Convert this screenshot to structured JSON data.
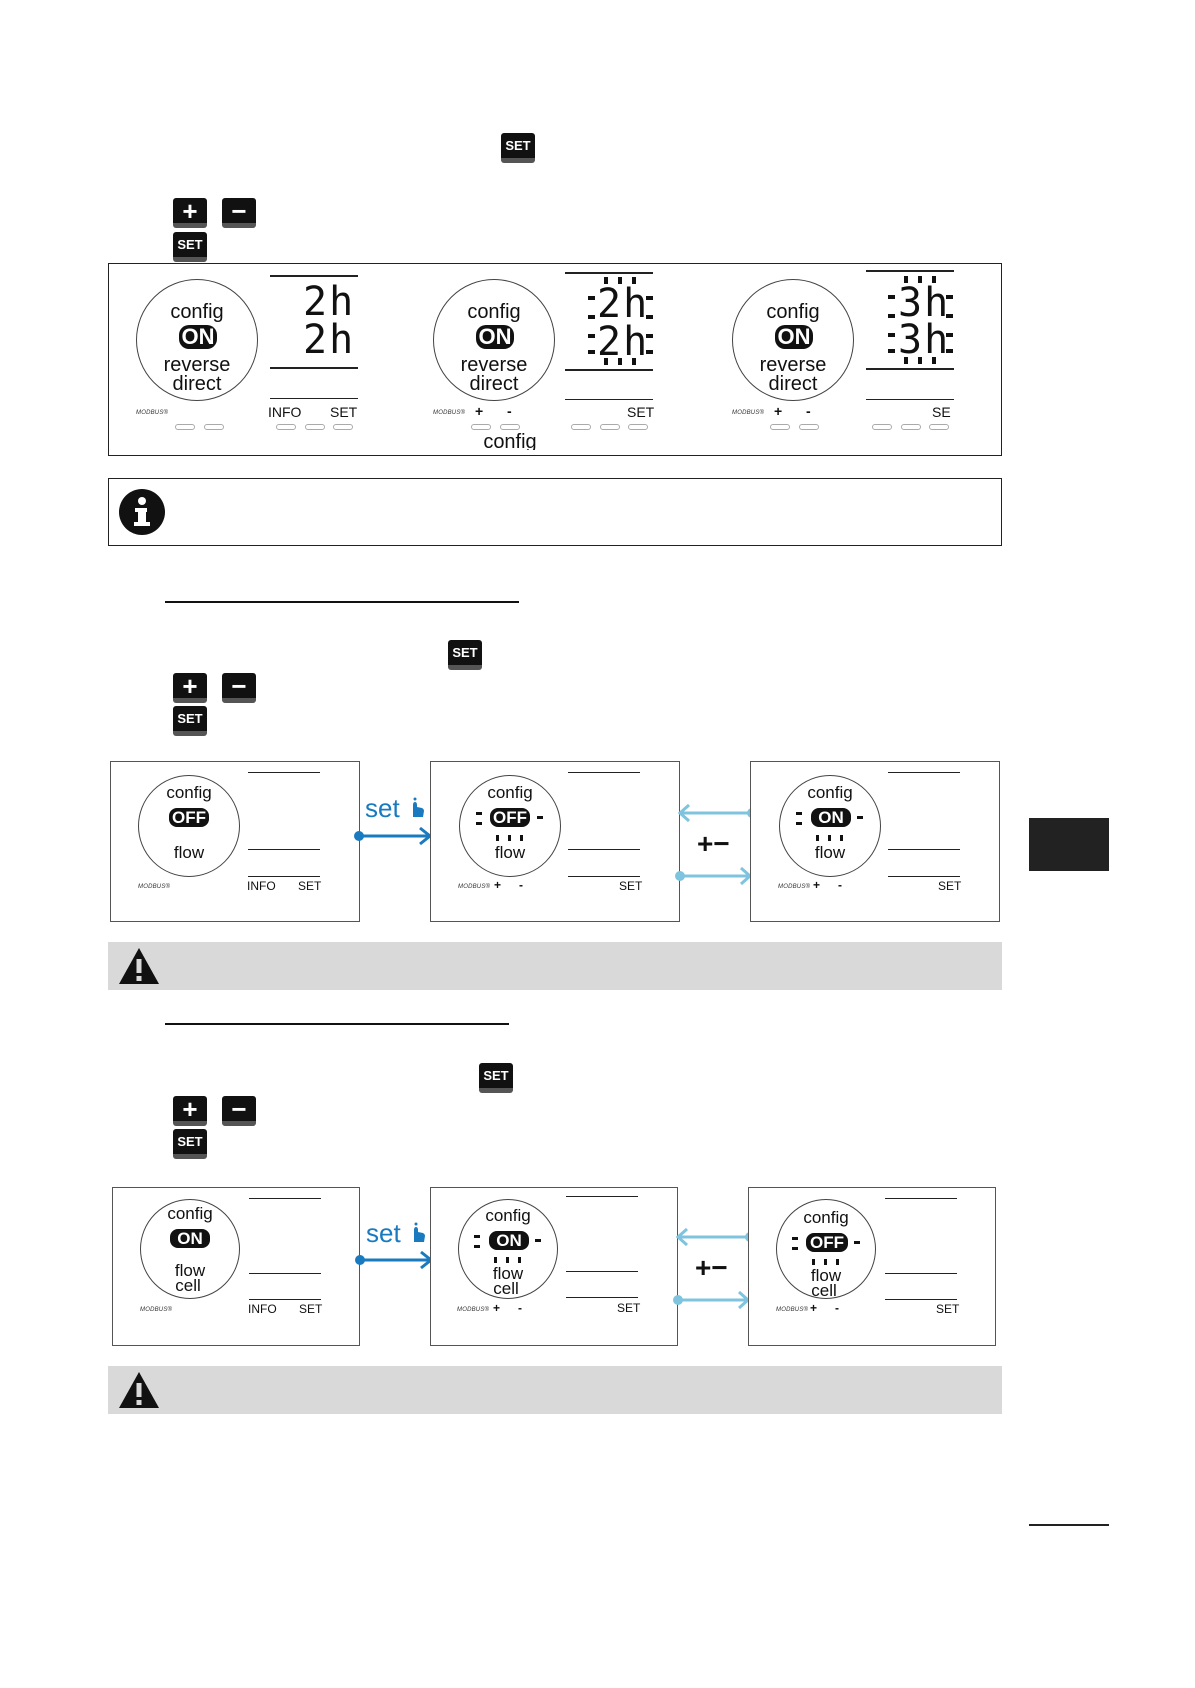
{
  "keys": {
    "set": "SET",
    "plus": "+",
    "minus": "−"
  },
  "lcd": {
    "config": "config",
    "on": "ON",
    "off": "OFF",
    "reverse": "reverse",
    "direct": "direct",
    "flow": "flow",
    "cell": "cell",
    "info": "INFO",
    "set_label": "SET",
    "set_label_cut": "SE",
    "modbus": "MODBUS®",
    "plus": "+",
    "minus": "-",
    "value_2h": "2h",
    "value_3h": "3h"
  },
  "panel1": {
    "caption": "config"
  },
  "arrows": {
    "set_text": "set",
    "plus_minus": "+−"
  },
  "colors": {
    "accent_blue": "#1a7ac0",
    "light_blue": "#7fc4de",
    "warning_bar": "#d9d9d9"
  }
}
